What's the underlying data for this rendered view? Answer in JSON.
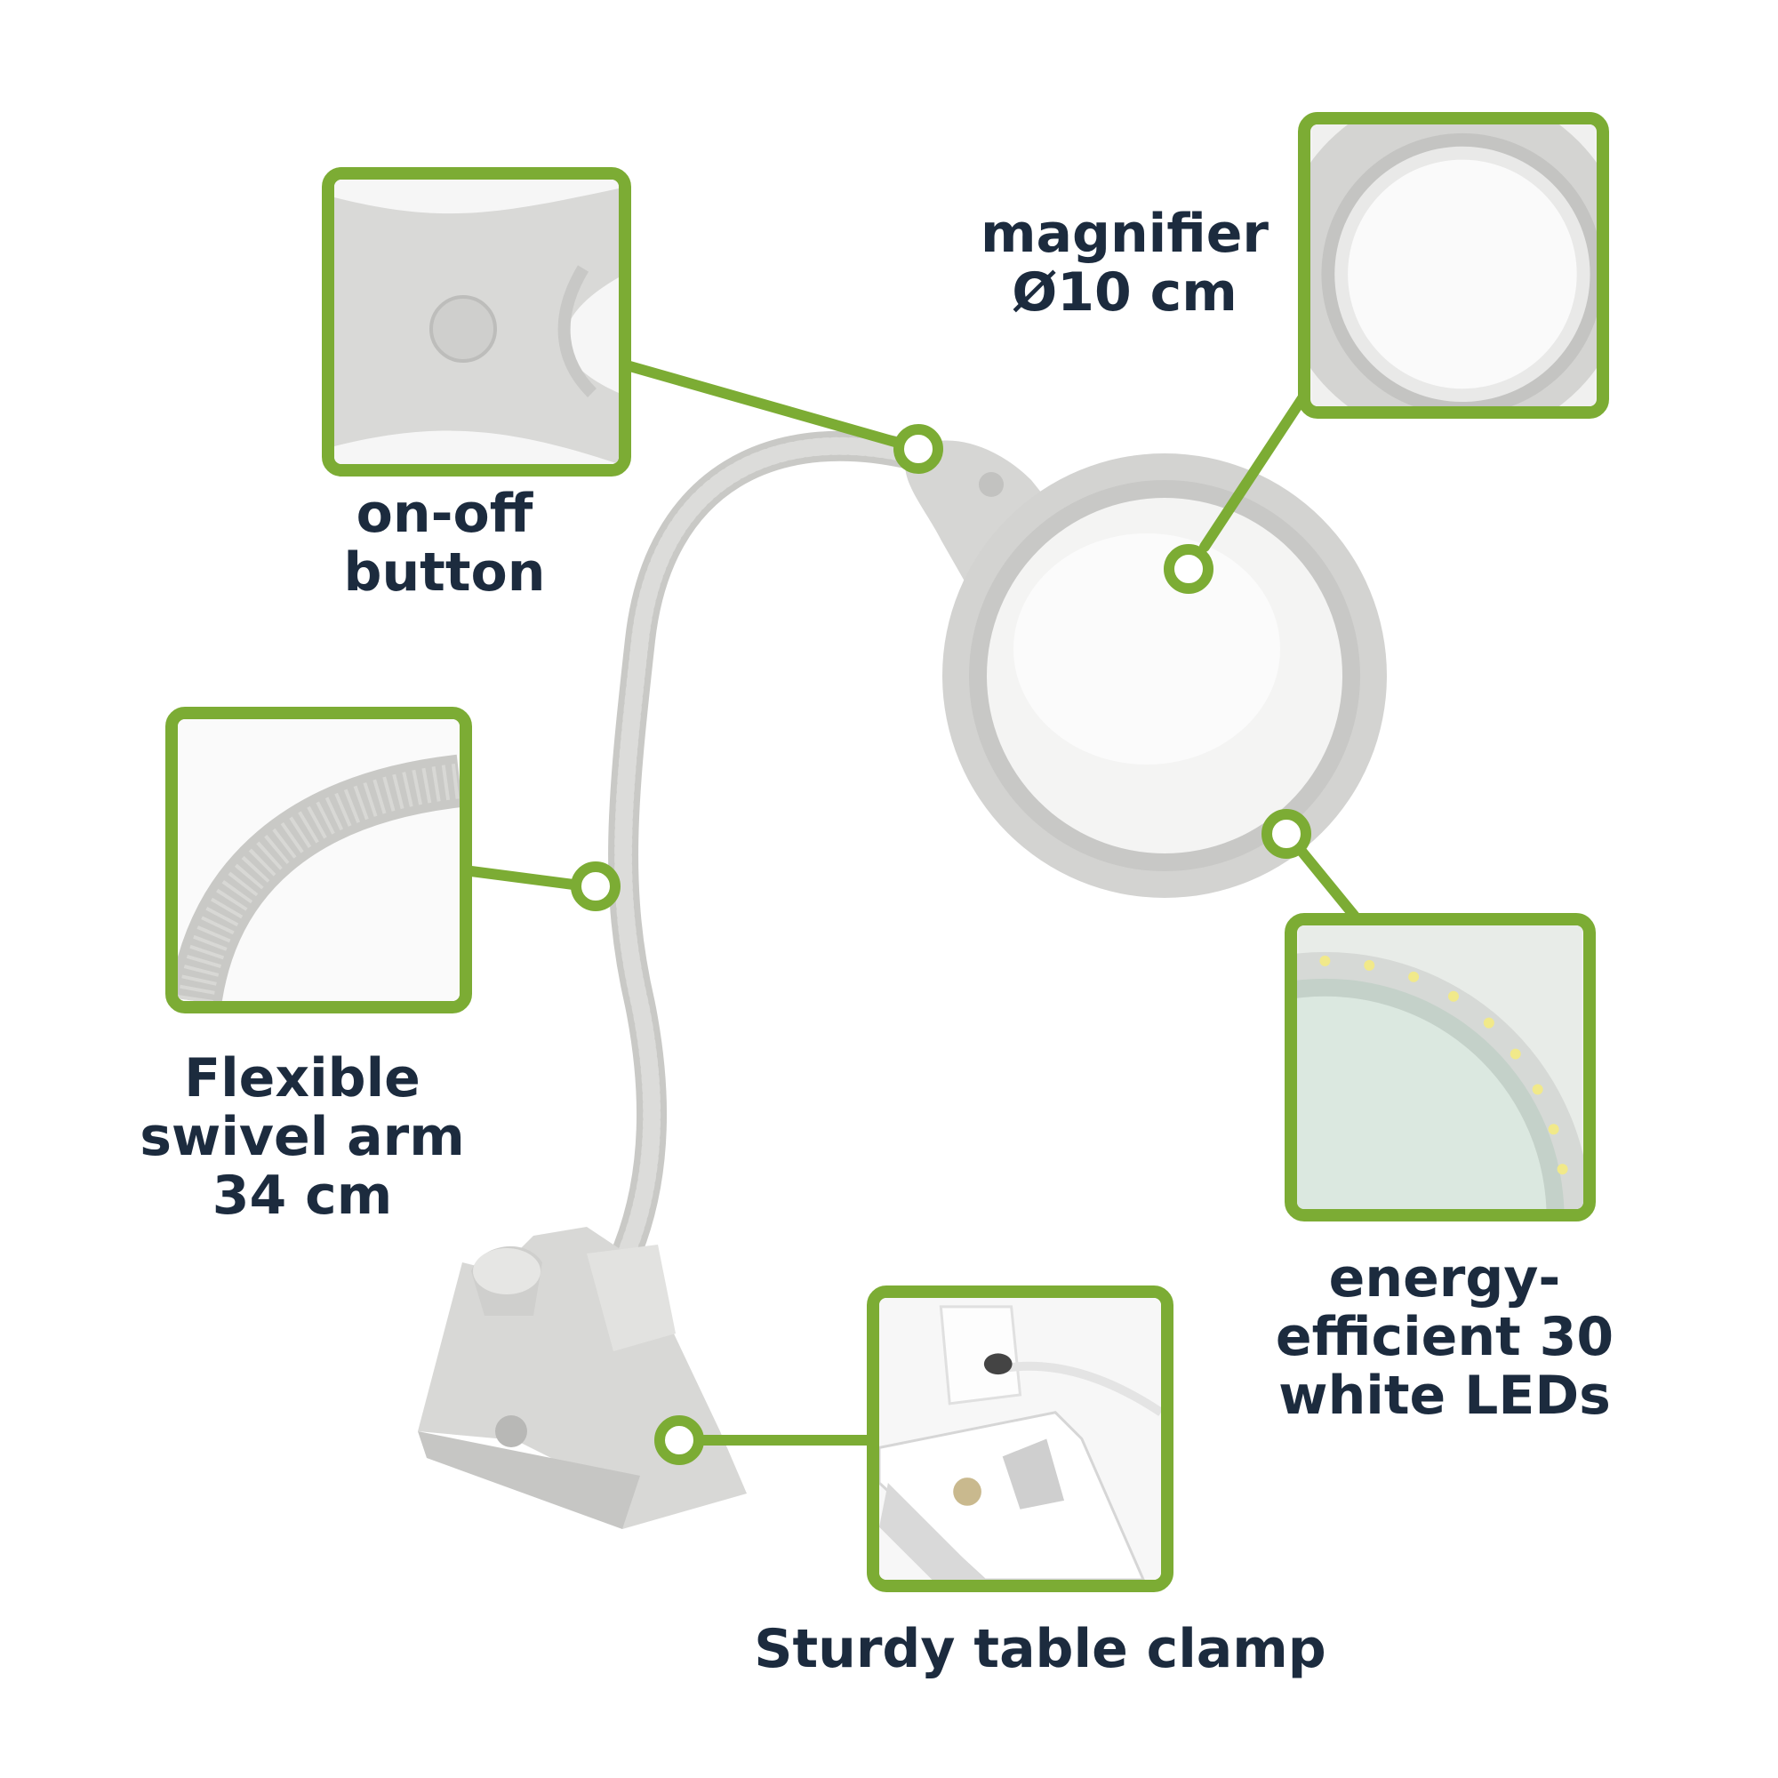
{
  "accent_color": "#7cac34",
  "text_color": "#1c2b3e",
  "callouts": {
    "power_button": {
      "lines": [
        "on-off",
        "button"
      ]
    },
    "magnifier": {
      "lines": [
        "magnifier",
        "Ø10 cm"
      ]
    },
    "swivel_arm": {
      "lines": [
        "Flexible",
        "swivel arm",
        "34 cm"
      ]
    },
    "leds": {
      "lines": [
        "energy-",
        "efficient 30",
        "white LEDs"
      ]
    },
    "clamp": {
      "lines": [
        "Sturdy table clamp"
      ]
    }
  }
}
